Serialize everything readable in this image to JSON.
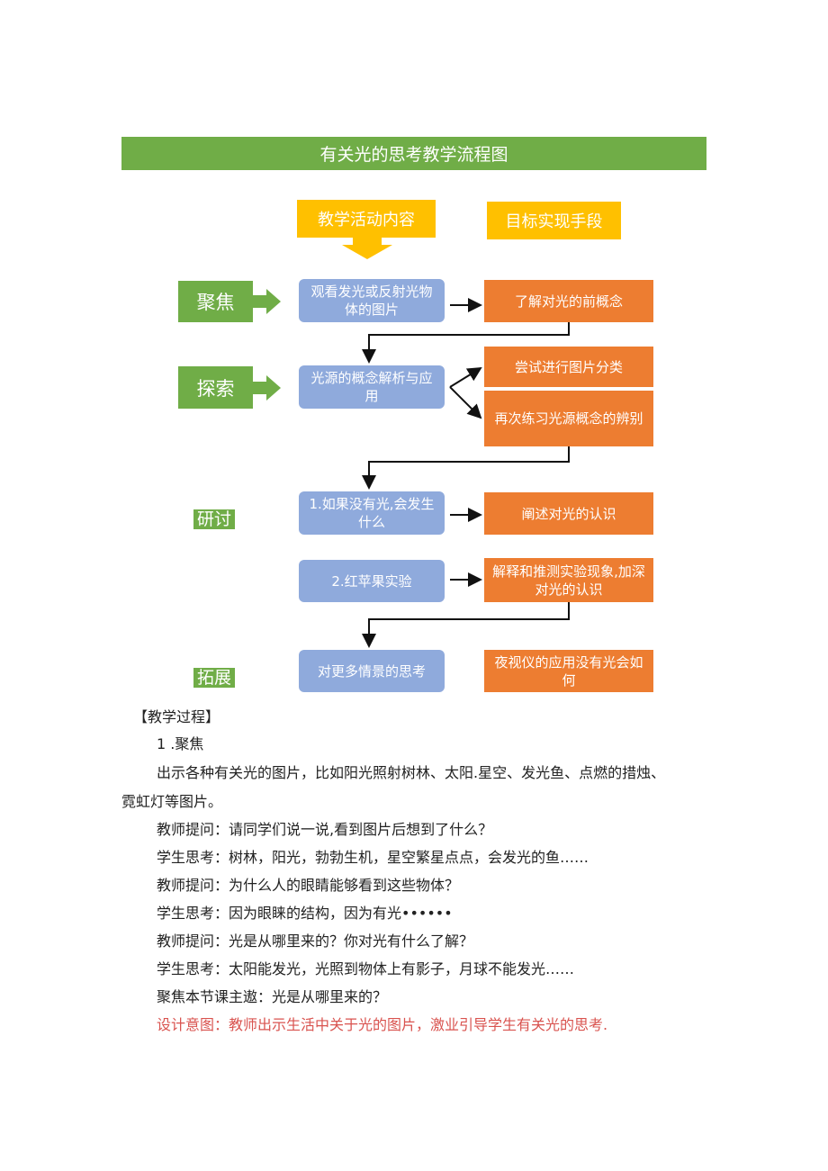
{
  "flowchart": {
    "title": "有关光的思考教学流程图",
    "header_left": "教学活动内容",
    "header_right": "目标实现手段",
    "stages": {
      "focus": "聚焦",
      "explore": "探索",
      "discuss": "研讨",
      "extend": "拓展"
    },
    "activities": {
      "a1": "观看发光或反射光物体的图片",
      "a2": "光源的概念解析与应用",
      "a3": "1.如果没有光,会发生什么",
      "a4": "2.红苹果实验",
      "a5": "对更多情景的思考"
    },
    "goals": {
      "g1": "了解对光的前概念",
      "g2": "尝试进行图片分类",
      "g3": "再次练习光源概念的辨别",
      "g4": "阐述对光的认识",
      "g5": "解释和推测实验现象,加深对光的认识",
      "g6": "夜视仪的应用没有光会如何"
    },
    "colors": {
      "green": "#70ad47",
      "yellow": "#ffc000",
      "blue": "#8faadc",
      "orange": "#ed7d31"
    }
  },
  "text": {
    "section_heading": "【教学过程】",
    "step_heading": "1 .聚焦",
    "para1_line1": "出示各种有关光的图片，比如阳光照射树林、太阳.星空、发光鱼、点燃的措烛、",
    "para1_line2": "霓虹灯等图片。",
    "q1": "教师提问：请同学们说一说,看到图片后想到了什么？",
    "a1": "学生思考：树林，阳光，勃勃生机，星空繁星点点，会发光的鱼……",
    "q2": "教师提问：为什么人的眼睛能够看到这些物体？",
    "a2": "学生思考：因为眼睐的结构，因为有光••••••",
    "q3": "教师提问：光是从哪里来的？你对光有什么了解？",
    "a3": "学生思考：太阳能发光，光照到物体上有影子，月球不能发光……",
    "focus_topic": "聚焦本节课主遨：光是从哪里来的？",
    "design_intent": "设计意图：教师出示生活中关于光的图片，激业引导学生有关光的思考."
  }
}
